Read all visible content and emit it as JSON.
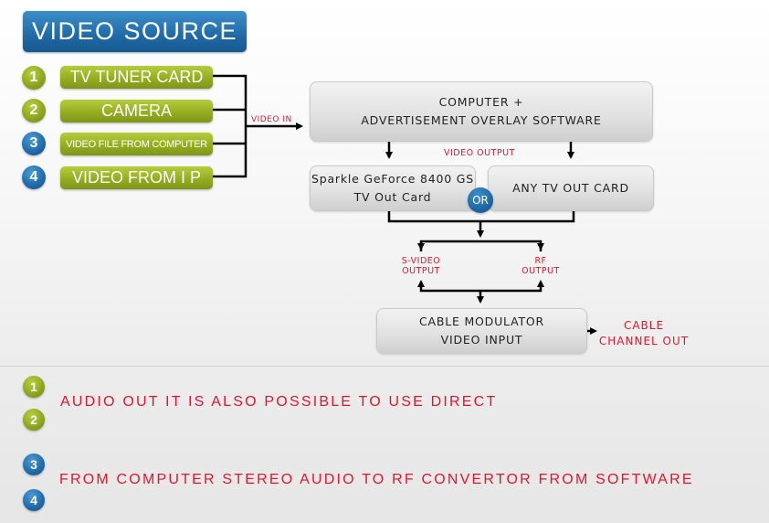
{
  "header": {
    "title": "VIDEO SOURCE"
  },
  "sources": [
    {
      "number": "1",
      "label": "TV  TUNER CARD",
      "badge_color": "#8aa51c"
    },
    {
      "number": "2",
      "label": "CAMERA",
      "badge_color": "#8aa51c"
    },
    {
      "number": "3",
      "label": "VIDEO FILE FROM COMPUTER",
      "badge_color": "#1f6aa8"
    },
    {
      "number": "4",
      "label": "VIDEO FROM I P",
      "badge_color": "#1f6aa8"
    }
  ],
  "flow": {
    "video_in_label": "VIDEO IN",
    "computer_box": {
      "line1": "COMPUTER +",
      "line2": "ADVERTISEMENT OVERLAY SOFTWARE"
    },
    "video_output_label": "VIDEO OUTPUT",
    "sparkle_box": {
      "line1": "Sparkle GeForce 8400 GS",
      "line2": "TV Out Card"
    },
    "or_label": "OR",
    "any_tv_box": {
      "line1": "ANY TV OUT CARD"
    },
    "svideo_label": {
      "line1": "S-VIDEO",
      "line2": "OUTPUT"
    },
    "rf_label": {
      "line1": "RF",
      "line2": "OUTPUT"
    },
    "modulator_box": {
      "line1": "CABLE MODULATOR",
      "line2": "VIDEO INPUT"
    },
    "cable_out_label": {
      "line1": "CABLE",
      "line2": "CHANNEL OUT"
    }
  },
  "audio": {
    "badges": [
      {
        "number": "1",
        "color": "#8aa51c"
      },
      {
        "number": "2",
        "color": "#8aa51c"
      },
      {
        "number": "3",
        "color": "#1f6aa8"
      },
      {
        "number": "4",
        "color": "#1f6aa8"
      }
    ],
    "note1": "AUDIO OUT IT IS ALSO POSSIBLE TO USE DIRECT",
    "note2": "FROM COMPUTER STEREO AUDIO TO RF CONVERTOR FROM SOFTWARE"
  },
  "colors": {
    "accent_red": "#e2162a",
    "blue": "#1f6aa8",
    "green": "#8aa51c"
  }
}
